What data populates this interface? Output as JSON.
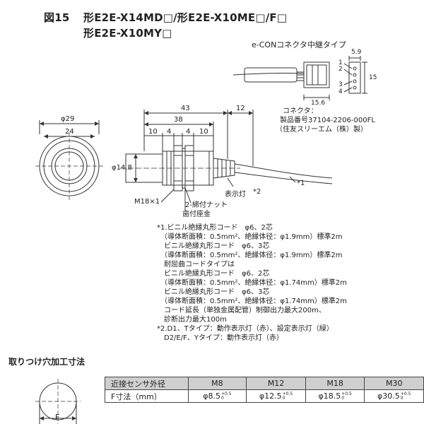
{
  "title": {
    "figure": "図15",
    "line1": "形E2E-X14MD□/形E2E-X10ME□/F□",
    "line2": "形E2E-X10MY□"
  },
  "connector": {
    "title": "e-CONコネクタ中継タイプ",
    "dim_width": "5.9",
    "dim_height": "15",
    "dim_length": "15.6",
    "pin1": "1",
    "pin2": "2",
    "pin3": "3",
    "pin4": "4",
    "label": "コネクタ：",
    "part": "製品番号37104-2206-000FL",
    "maker": "（住友スリーエム（株）製）"
  },
  "front_view": {
    "dia_outer": "φ29",
    "dim_24": "24"
  },
  "side_view": {
    "dim_43": "43",
    "dim_12": "12",
    "dim_38": "38",
    "dim_10a": "10",
    "dim_4a": "4",
    "dim_4b": "4",
    "dim_10b": "10",
    "dia": "φ14.8",
    "thread": "M18×1",
    "indicator": "表示灯",
    "note2": "*2",
    "note1": "*1",
    "nut": "2-締付ナット",
    "washer": "歯付座金"
  },
  "notes": [
    "*1.ビニル絶縁丸形コード　φ6、2芯",
    "　（導体断面積：0.5mm²、絶縁体径：φ1.9mm）標準2m",
    "　ビニル絶縁丸形コード　φ6、3芯",
    "　（導体断面積：0.5mm²、絶縁体径：φ1.9mm）標準2m",
    "　耐屈曲コードタイプは",
    "　ビニル絶縁丸形コード　φ6、2芯",
    "　（導体断面積：0.5mm²、絶縁体径：φ1.74mm）標準2m",
    "　ビニル絶縁丸形コード　φ6、3芯",
    "　（導体断面積：0.5mm²、絶縁体径：φ1.74mm）標準2m",
    "　コード延長（単独金属配管）制御出力最大200m、",
    "　診断出力最大100m",
    "*2.D1、Tタイプ：動作表示灯（赤）、設定表示灯（緑）",
    "　D2/E/F、Yタイプ：動作表示灯（赤）"
  ],
  "mounting": {
    "title": "取りつけ穴加工寸法",
    "hole_label": "F",
    "table": {
      "header_label": "近接センサ外径",
      "columns": [
        "M8",
        "M12",
        "M18",
        "M30"
      ],
      "row_label": "F寸法（mm）",
      "values": [
        "φ8.5",
        "φ12.5",
        "φ18.5",
        "φ30.5"
      ],
      "tol_plus": "+0.5",
      "tol_minus": "0"
    }
  }
}
